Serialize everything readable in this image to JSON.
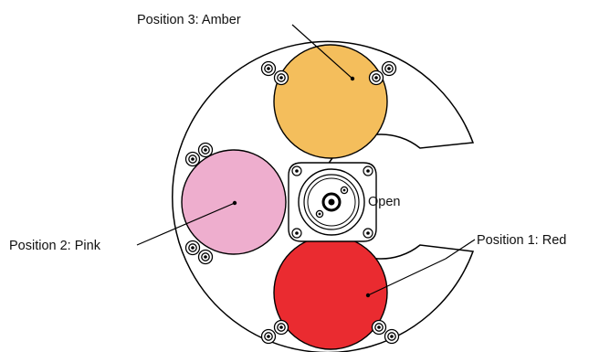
{
  "labels": {
    "amber": "Position 3: Amber",
    "pink": "Position 2: Pink",
    "red": "Position 1: Red",
    "open": "Open"
  },
  "filters": [
    {
      "name": "amber",
      "color": "#F4BE5C"
    },
    {
      "name": "pink",
      "color": "#EEAECE"
    },
    {
      "name": "red",
      "color": "#EA2B30"
    }
  ],
  "colors": {
    "outline": "#000000",
    "background": "#FFFFFF"
  }
}
